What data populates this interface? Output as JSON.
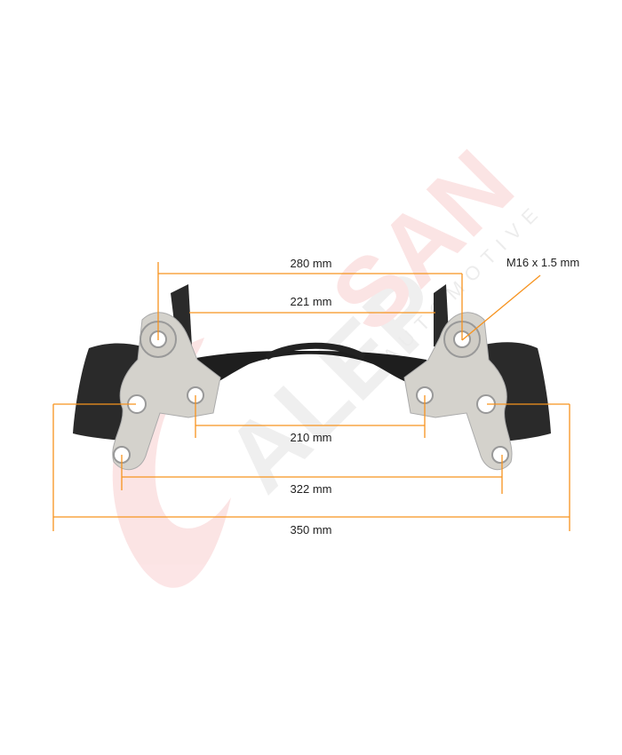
{
  "watermark": {
    "brand": "ALEPSAN",
    "sub": "AUTOMOTIVE"
  },
  "dimensions": {
    "d280": "280 mm",
    "d221": "221 mm",
    "d210": "210 mm",
    "d322": "322 mm",
    "d350": "350 mm",
    "thread": "M16 x 1.5 mm"
  },
  "colors": {
    "dimension_line": "#f7931e",
    "watermark_red": "#e8343a",
    "watermark_gray": "#9a9a9a"
  }
}
